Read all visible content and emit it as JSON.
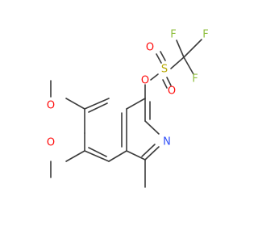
{
  "colors": {
    "carbon_bond": "#3b3b3b",
    "oxygen": "#ff0d0d",
    "nitrogen": "#3050f8",
    "sulfur": "#b8a800",
    "fluorine": "#8fbf3f"
  },
  "atoms": {
    "o_triflate": "O",
    "s": "S",
    "o_s_top": "O",
    "o_s_bottom": "O",
    "f_top_left": "F",
    "f_top_right": "F",
    "f_right": "F",
    "o_methoxy_6": "O",
    "o_methoxy_7": "O",
    "n_ring": "N"
  }
}
